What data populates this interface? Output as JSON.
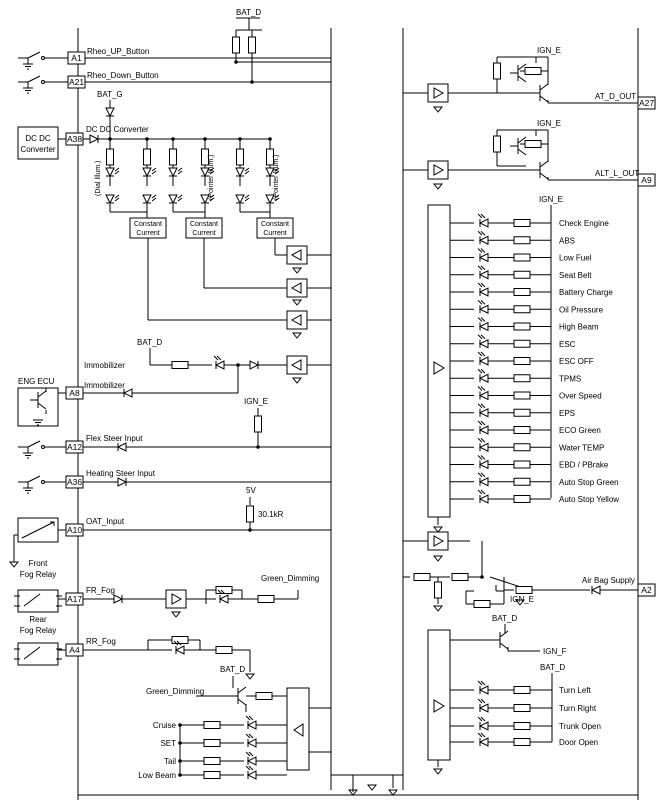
{
  "power": {
    "bat_d": "BAT_D",
    "bat_g": "BAT_G",
    "ign_e": "IGN_E",
    "ign_f": "IGN_F",
    "v5": "5V",
    "r30": "30.1kR"
  },
  "pins": [
    "A1",
    "A21",
    "A38",
    "A8",
    "A12",
    "A36",
    "A10",
    "A17",
    "A4",
    "A27",
    "A9",
    "A2"
  ],
  "left_signals": [
    "Rheo_UP_Button",
    "Rheo_Down_Button",
    "DC DC Converter",
    "Immobilizer",
    "Immobilizer",
    "Flex Steer Input",
    "Heating Steer Input",
    "OAT_Input",
    "FR_Fog",
    "RR_Fog"
  ],
  "externals": {
    "dcdc": [
      "DC DC",
      "Converter"
    ],
    "ecu": "ENG ECU",
    "front_fog": [
      "Front",
      "Fog Relay"
    ],
    "rear_fog": [
      "Rear",
      "Fog Relay"
    ]
  },
  "illum": [
    "(Dial Illum.)",
    "(Pointer Illum.)",
    "(Pointer Illum.)"
  ],
  "constant_current": [
    "Constant",
    "Current"
  ],
  "dimming": "Green_Dimming",
  "bottom_left_lamps": [
    "Cruise",
    "SET",
    "Tail",
    "Low Beam"
  ],
  "outputs": [
    "AT_D_OUT",
    "ALT_L_OUT"
  ],
  "indicators": [
    "Check Engine",
    "ABS",
    "Low Fuel",
    "Seat Belt",
    "Battery Charge",
    "Oil Pressure",
    "High Beam",
    "ESC",
    "ESC OFF",
    "TPMS",
    "Over Speed",
    "EPS",
    "ECO Green",
    "Water TEMP",
    "EBD / PBrake",
    "Auto Stop Green",
    "Auto Stop Yellow"
  ],
  "airbag": "Air Bag Supply",
  "right_bottom_lamps": [
    "Turn Left",
    "Turn Right",
    "Trunk Open",
    "Door Open"
  ]
}
